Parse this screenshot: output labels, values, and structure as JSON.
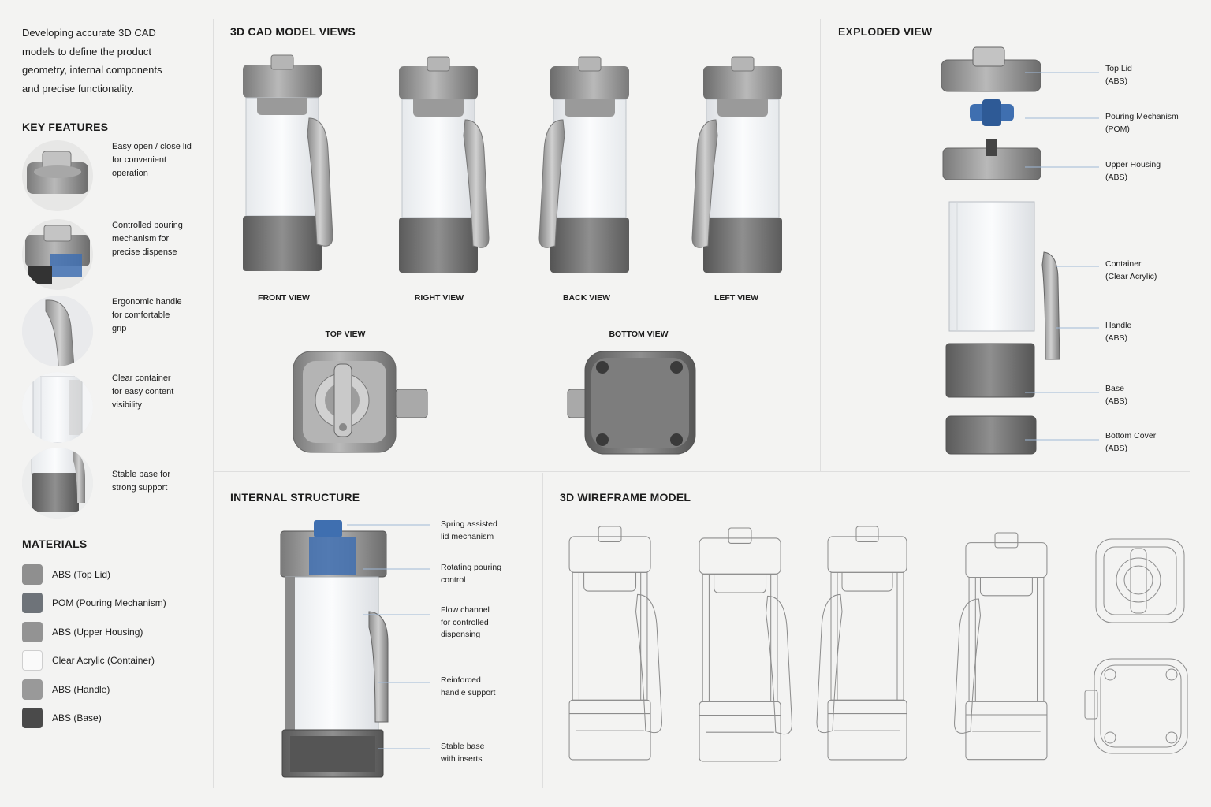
{
  "intro": "Developing accurate 3D CAD\nmodels to define the product\ngeometry, internal components\nand precise functionality.",
  "key_features": {
    "title": "KEY FEATURES",
    "items": [
      {
        "icon": "lid-thumbnail",
        "text": "Easy open / close lid\nfor convenient\noperation"
      },
      {
        "icon": "pouring-mechanism-thumbnail",
        "text": "Controlled pouring\nmechanism for\nprecise dispense"
      },
      {
        "icon": "handle-thumbnail",
        "text": "Ergonomic handle\nfor comfortable\ngrip"
      },
      {
        "icon": "container-thumbnail",
        "text": "Clear container\nfor easy content\nvisibility"
      },
      {
        "icon": "base-thumbnail",
        "text": "Stable base for\nstrong support"
      }
    ]
  },
  "materials": {
    "title": "MATERIALS",
    "items": [
      {
        "label": "ABS (Top Lid)",
        "color": "#8f8f8f"
      },
      {
        "label": "POM (Pouring Mechanism)",
        "color": "#6e7379"
      },
      {
        "label": "ABS (Upper Housing)",
        "color": "#939393"
      },
      {
        "label": "Clear Acrylic (Container)",
        "color": "#fafafa"
      },
      {
        "label": "ABS (Handle)",
        "color": "#999999"
      },
      {
        "label": "ABS (Base)",
        "color": "#4a4a4a"
      }
    ]
  },
  "cad_views": {
    "title": "3D CAD MODEL VIEWS",
    "views": [
      "FRONT VIEW",
      "RIGHT VIEW",
      "BACK VIEW",
      "LEFT VIEW"
    ],
    "top_view": "TOP VIEW",
    "bottom_view": "BOTTOM VIEW"
  },
  "exploded": {
    "title": "EXPLODED VIEW",
    "parts": [
      {
        "name": "Top Lid",
        "material": "(ABS)"
      },
      {
        "name": "Pouring Mechanism",
        "material": "(POM)"
      },
      {
        "name": "Upper Housing",
        "material": "(ABS)"
      },
      {
        "name": "Container",
        "material": "(Clear Acrylic)"
      },
      {
        "name": "Handle",
        "material": "(ABS)"
      },
      {
        "name": "Base",
        "material": "(ABS)"
      },
      {
        "name": "Bottom Cover",
        "material": "(ABS)"
      }
    ]
  },
  "internal": {
    "title": "INTERNAL STRUCTURE",
    "callouts": [
      "Spring assisted\nlid mechanism",
      "Rotating pouring\ncontrol",
      "Flow channel\nfor controlled\ndispensing",
      "Reinforced\nhandle support",
      "Stable base\nwith inserts"
    ]
  },
  "wireframe": {
    "title": "3D WIREFRAME MODEL"
  },
  "colors": {
    "metal": "#9a9a9a",
    "metal_dark": "#6f6f6f",
    "accent_blue": "#3f6fb0",
    "callout_line": "#9fb8d6"
  }
}
